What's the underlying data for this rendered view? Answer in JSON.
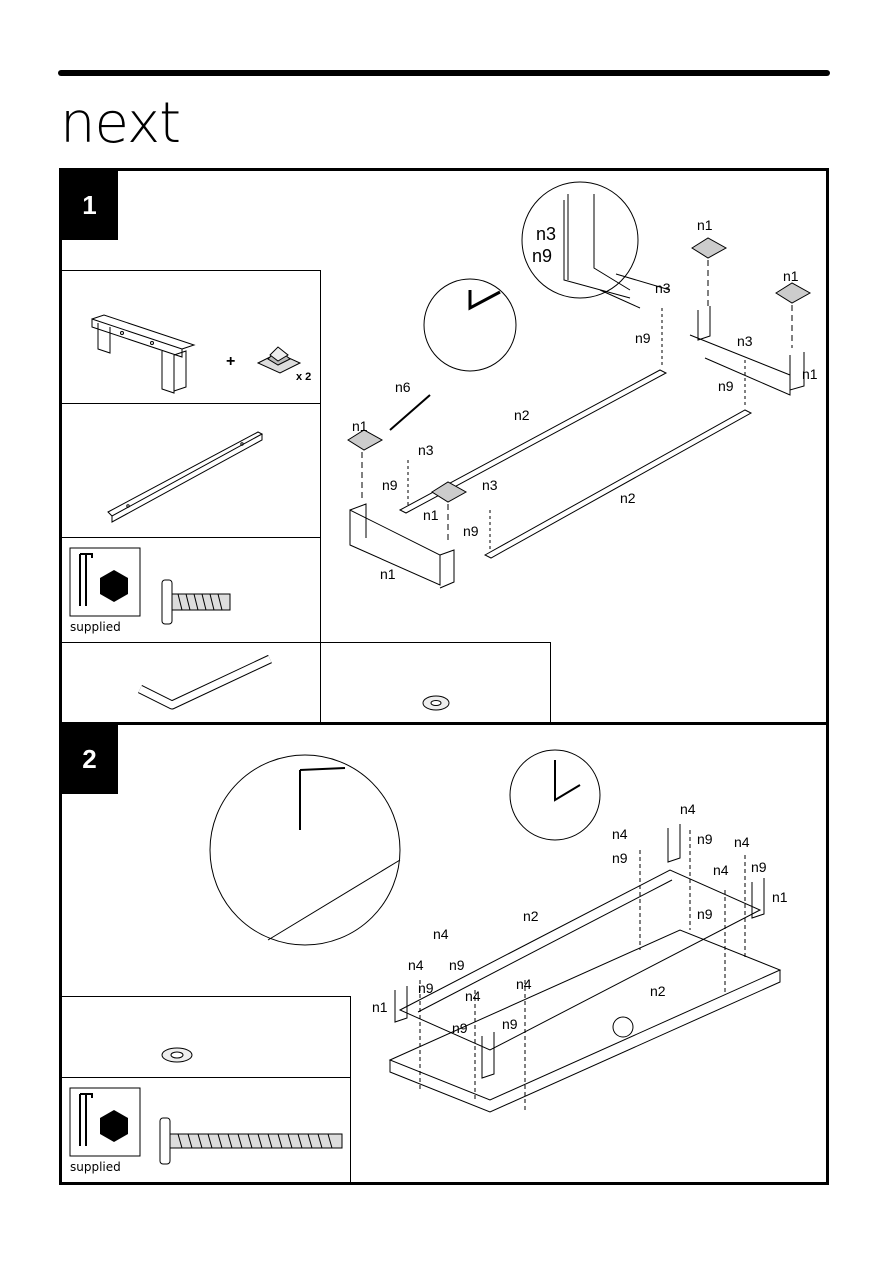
{
  "brand": {
    "logo_text": "next"
  },
  "steps": [
    {
      "number": "1"
    },
    {
      "number": "2"
    }
  ],
  "parts": {
    "qty_label": "x 2",
    "plus": "+",
    "supplied_1": "supplied",
    "supplied_2": "supplied"
  },
  "step1_labels": {
    "zoom_n3": "n3",
    "zoom_n9": "n9",
    "n1_a": "n1",
    "n1_b": "n1",
    "n1_c": "n1",
    "n1_d": "n1",
    "n1_e": "n1",
    "n1_f": "n1",
    "n2_a": "n2",
    "n2_b": "n2",
    "n3_a": "n3",
    "n3_b": "n3",
    "n3_c": "n3",
    "n3_d": "n3",
    "n9_a": "n9",
    "n9_b": "n9",
    "n9_c": "n9",
    "n9_d": "n9",
    "n6": "n6"
  },
  "step2_labels": {
    "n1_a": "n1",
    "n1_b": "n1",
    "n2_a": "n2",
    "n2_b": "n2",
    "n4_a": "n4",
    "n4_b": "n4",
    "n4_c": "n4",
    "n4_d": "n4",
    "n4_e": "n4",
    "n4_f": "n4",
    "n4_g": "n4",
    "n4_h": "n4",
    "n9_a": "n9",
    "n9_b": "n9",
    "n9_c": "n9",
    "n9_d": "n9",
    "n9_e": "n9",
    "n9_f": "n9",
    "n9_g": "n9",
    "n9_h": "n9"
  }
}
